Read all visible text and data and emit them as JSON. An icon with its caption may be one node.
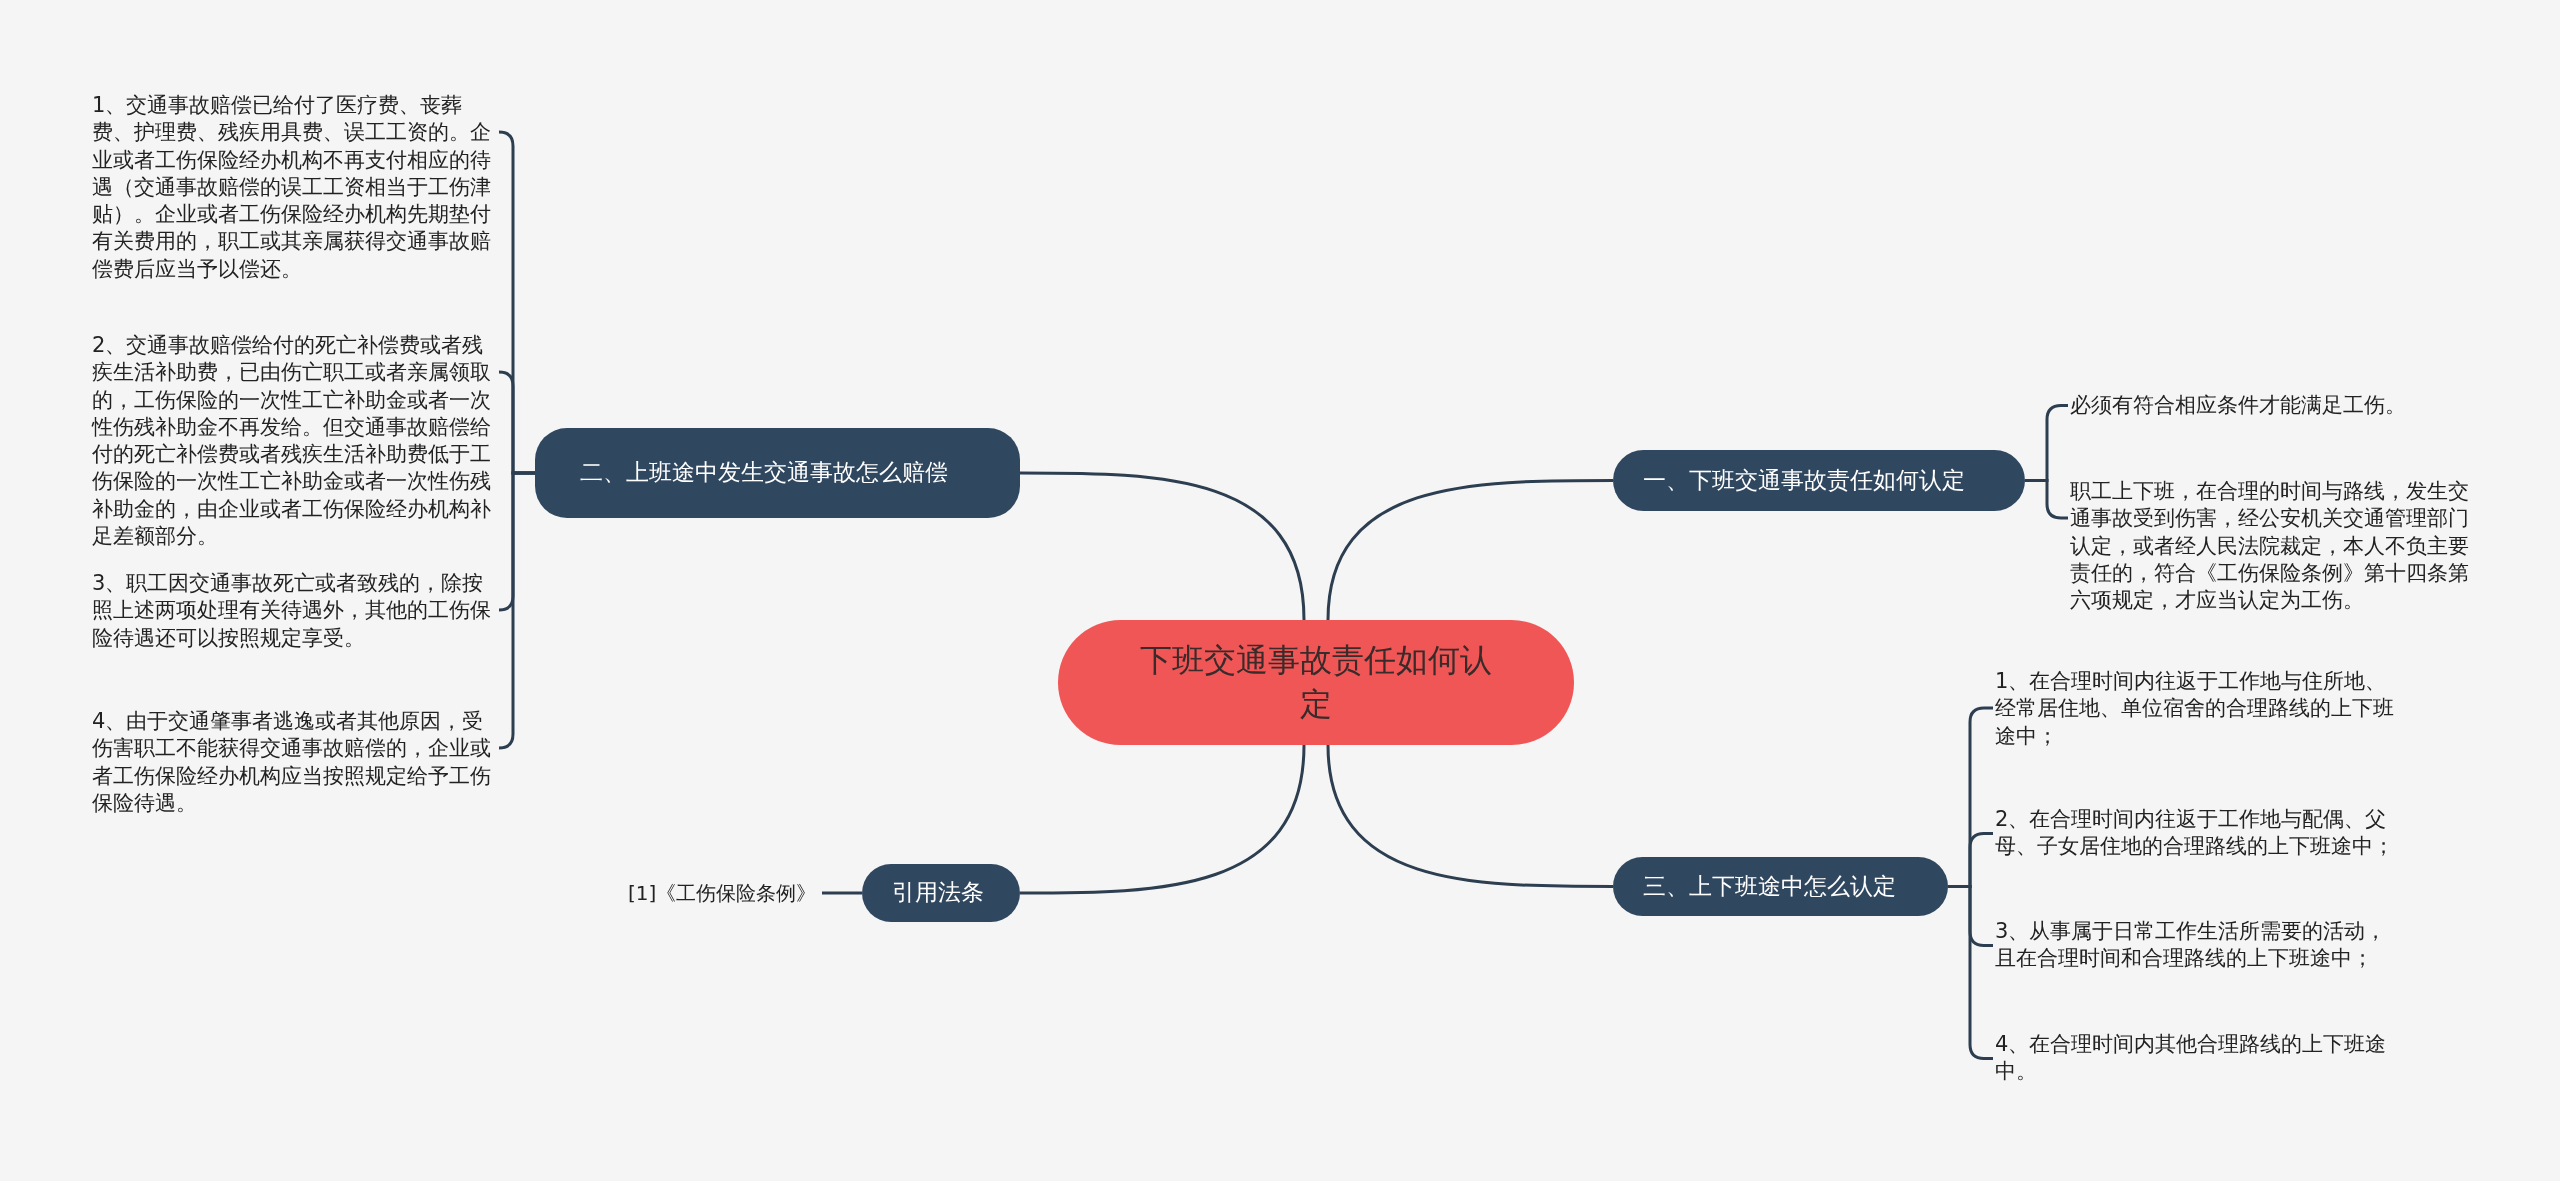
{
  "diagram": {
    "nodes": [
      {
        "text": [
          "下班交通事故责任如何认定"
        ]
      },
      {
        "text": [
          "一、下班交通事故责任如何认定"
        ]
      },
      {
        "text": [
          "必须有符合相应条件才能满足工伤。"
        ]
      },
      {
        "text": [
          "职工上下班，在合理的时间与路线，发生交通事故受到伤害，经公安机关交通管理部门认定，或者经人民法院裁定，本人不负主要责任的，符合《工伤保险条例》第十四条第六项规定，才应当认定为工伤。"
        ]
      },
      {
        "text": [
          "三、上下班途中怎么认定"
        ]
      },
      {
        "text": [
          "1、在合理时间内往返于工作地与住所地、经常居住地、单位宿舍的合理路线的上下班途中；"
        ]
      },
      {
        "text": [
          "2、在合理时间内往返于工作地与配偶、父母、子女居住地的合理路线的上下班途中；"
        ]
      },
      {
        "text": [
          "3、从事属于日常工作生活所需要的活动，且在合理时间和合理路线的上下班途中；"
        ]
      },
      {
        "text": [
          "4、在合理时间内其他合理路线的上下班途中。"
        ]
      },
      {
        "text": [
          "二、上班途中发生交通事故怎么赔偿"
        ]
      },
      {
        "text": [
          "1、交通事故赔偿已给付了医疗费、丧葬费、护理费、残疾用具费、误工工资的。企业或者工伤保险经办机构不再支付相应的待遇（交通事故赔偿的误工工资相当于工伤津贴）。企业或者工伤保险经办机构先期垫付有关费用的，职工或其亲属获得交通事故赔偿费后应当予以偿还。"
        ]
      },
      {
        "text": [
          "2、交通事故赔偿给付的死亡补偿费或者残疾生活补助费，已由伤亡职工或者亲属领取的，工伤保险的一次性工亡补助金或者一次性伤残补助金不再发给。但交通事故赔偿给付的死亡补偿费或者残疾生活补助费低于工伤保险的一次性工亡补助金或者一次性伤残补助金的，由企业或者工伤保险经办机构补足差额部分。"
        ]
      },
      {
        "text": [
          "3、职工因交通事故死亡或者致残的，除按照上述两项处理有关待遇外，其他的工伤保险待遇还可以按照规定享受。"
        ]
      },
      {
        "text": [
          "4、由于交通肇事者逃逸或者其他原因，受伤害职工不能获得交通事故赔偿的，企业或者工伤保险经办机构应当按照规定给予工伤保险待遇。"
        ]
      },
      {
        "text": [
          "引用法条"
        ]
      },
      {
        "text": [
          "[1]《工伤保险条例》"
        ]
      }
    ],
    "edges": [
      {
        "from": 0,
        "to": 1,
        "arrow": "none"
      },
      {
        "from": 1,
        "to": 2,
        "arrow": "none"
      },
      {
        "from": 1,
        "to": 3,
        "arrow": "none"
      },
      {
        "from": 0,
        "to": 4,
        "arrow": "none"
      },
      {
        "from": 4,
        "to": 5,
        "arrow": "none"
      },
      {
        "from": 4,
        "to": 6,
        "arrow": "none"
      },
      {
        "from": 4,
        "to": 7,
        "arrow": "none"
      },
      {
        "from": 4,
        "to": 8,
        "arrow": "none"
      },
      {
        "from": 0,
        "to": 9,
        "arrow": "none"
      },
      {
        "from": 9,
        "to": 10,
        "arrow": "none"
      },
      {
        "from": 9,
        "to": 11,
        "arrow": "none"
      },
      {
        "from": 9,
        "to": 12,
        "arrow": "none"
      },
      {
        "from": 9,
        "to": 13,
        "arrow": "none"
      },
      {
        "from": 0,
        "to": 14,
        "arrow": "none"
      },
      {
        "from": 14,
        "to": 15,
        "arrow": "none"
      }
    ]
  }
}
